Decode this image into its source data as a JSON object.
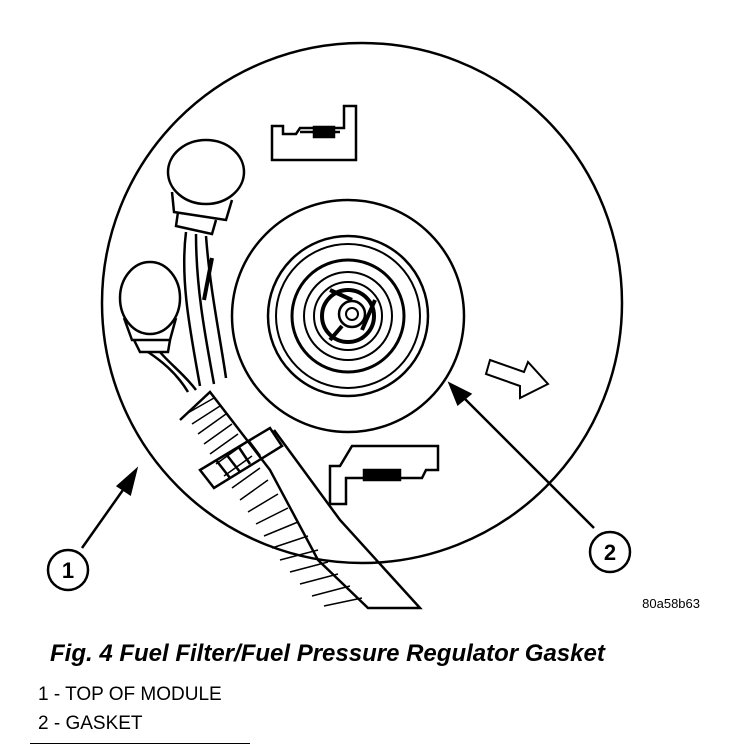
{
  "figure": {
    "image_code": "80a58b63",
    "callouts": [
      {
        "number": "1"
      },
      {
        "number": "2"
      }
    ]
  },
  "caption": "Fig. 4 Fuel Filter/Fuel Pressure Regulator Gasket",
  "legend": [
    {
      "text": "1 - TOP OF MODULE"
    },
    {
      "text": "2 - GASKET"
    }
  ]
}
